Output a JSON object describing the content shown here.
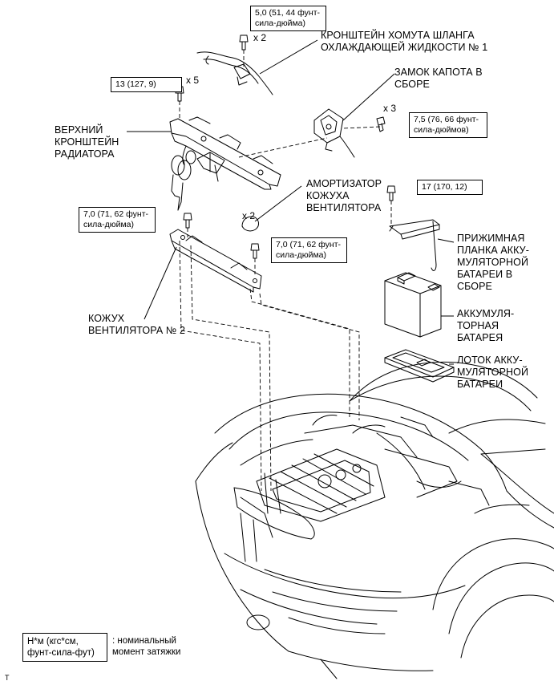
{
  "torque": {
    "t1": [
      "5,0 (51, 44 фунт-",
      "сила-дюйма)"
    ],
    "t2": [
      "13 (127, 9)"
    ],
    "t3": [
      "7,5 (76, 66 фунт-",
      "сила-дюймов)"
    ],
    "t4": [
      "17 (170, 12)"
    ],
    "t5": [
      "7,0 (71, 62 фунт-",
      "сила-дюйма)"
    ],
    "t6": [
      "7,0 (71, 62 фунт-",
      "сила-дюйма)"
    ]
  },
  "multipliers": {
    "m1": "x 2",
    "m2": "x 5",
    "m3": "x 3",
    "m4": "x 2"
  },
  "labels": {
    "hose_bracket": [
      "КРОНШТЕЙН ХОМУТА ШЛАНГА",
      "ОХЛАЖДАЮЩЕЙ ЖИДКОСТИ № 1"
    ],
    "hood_lock": [
      "ЗАМОК КАПОТА В",
      "СБОРЕ"
    ],
    "upper_radiator": [
      "ВЕРХНИЙ",
      "КРОНШТЕЙН",
      "РАДИАТОРА"
    ],
    "damper": [
      "АМОРТИЗАТОР",
      "КОЖУХА",
      "ВЕНТИЛЯТОРА"
    ],
    "battery_clamp": [
      "ПРИЖИМНАЯ",
      "ПЛАНКА АККУ-",
      "МУЛЯТОРНОЙ",
      "БАТАРЕИ В",
      "СБОРЕ"
    ],
    "battery": [
      "АККУМУЛЯ-",
      "ТОРНАЯ",
      "БАТАРЕЯ"
    ],
    "battery_tray": [
      "ЛОТОК АККУ-",
      "МУЛЯТОРНОЙ",
      "БАТАРЕИ"
    ],
    "fan_shroud": [
      "КОЖУХ",
      "ВЕНТИЛЯТОРА № 2"
    ]
  },
  "legend": {
    "box": [
      "Н*м (кгс*см,",
      "фунт-сила-фут)"
    ],
    "desc": [
      ": номинальный",
      "момент затяжки"
    ]
  },
  "ref_mark": "T"
}
